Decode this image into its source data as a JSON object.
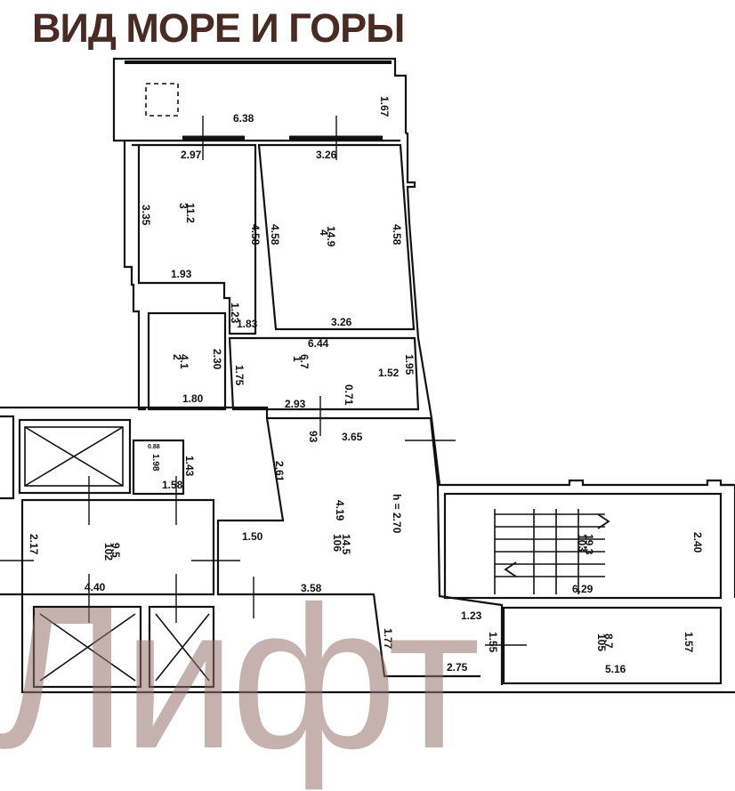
{
  "header": {
    "title": "ВИД МОРЕ И ГОРЫ"
  },
  "watermark": {
    "text": "Лифт"
  },
  "colors": {
    "title": "#4a2b24",
    "walls": "#111111",
    "watermark": "#96736e"
  },
  "plan": {
    "dimensions": {
      "balcony_length": "6.38",
      "balcony_depth": "1.67",
      "room1_window": "2.97",
      "room2_window": "3.26",
      "room1_depth": "3.35",
      "room1_depth_inner": "4.58",
      "room2_depth_left": "4.58",
      "room2_depth_right": "4.58",
      "room1_bottom": "1.93",
      "room1_notch_h": "1.23",
      "room1_notch_w": "1.83",
      "room2_bottom": "3.26",
      "bath_depth": "2.30",
      "bath_width": "1.80",
      "hall_width": "6.44",
      "hall_depth": "1.75",
      "hall_right_w": "1.52",
      "hall_right_h": "1.95",
      "hall_bottom": "2.93",
      "hall_step": "0.71",
      "small_w": "1.58",
      "small_h": "1.43",
      "corridor_w": "3.65",
      "corridor_left": "2.61",
      "corridor_depth": "4.19",
      "corridor_step": "1.50",
      "corridor_bottom": "3.58",
      "lobby_width": "4.40",
      "lobby_depth": "2.17",
      "stair_depth": "2.40",
      "stair_width": "6.29",
      "lower_step": "1.23",
      "lower_notch": "1.77",
      "lower_bottom": "2.75",
      "lower_right_h": "1.55",
      "lower_room_w": "5.16",
      "lower_room_h": "1.57",
      "height": "h = 2.70",
      "small_label": "0.88"
    },
    "areas": {
      "room1": "11.2",
      "room2": "14.9",
      "bath": "4.1",
      "hall": "6.7",
      "small": "1.98",
      "lobby": "9.5",
      "corridor": "14.5",
      "stair": "19.3",
      "lower_room": "8.7"
    },
    "room_numbers": {
      "room1": "3",
      "room2": "4",
      "bath": "2",
      "hall": "1",
      "corridor": "106",
      "lobby": "102",
      "stair": "103",
      "lower_room": "105"
    },
    "room_numbers_extra": {
      "corridor_code": "93"
    }
  }
}
